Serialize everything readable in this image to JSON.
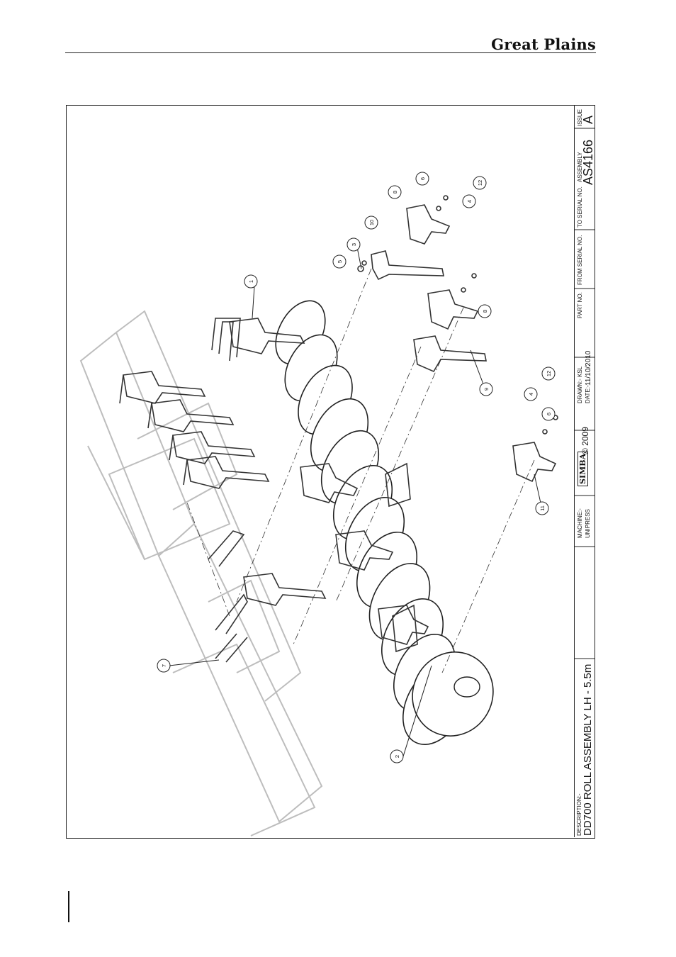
{
  "header": {
    "brand": "Great Plains"
  },
  "drawing": {
    "callouts": [
      "1",
      "2",
      "3",
      "4",
      "4",
      "5",
      "6",
      "6",
      "7",
      "8",
      "8",
      "9",
      "10",
      "11",
      "12",
      "12"
    ]
  },
  "title_block": {
    "description_label": "DESCRIPTION:-",
    "description": "DD700 ROLL ASSEMBLY LH - 5.5m",
    "machine_label": "MACHINE:-",
    "machine": "UNIPRESS",
    "logo_text": "SIMBA",
    "copyright": "© 2009",
    "drawn_label": "DRAWN:-",
    "drawn": "KSL",
    "date_label": "DATE:-",
    "date": "11/10/2010",
    "part_no_label": "PART NO.",
    "from_serial_label": "FROM SERIAL NO.",
    "to_serial_label": "TO SERIAL NO.",
    "assembly_label": "ASSEMBLY",
    "assembly": "AS4166",
    "issue_label": "ISSUE",
    "issue": "A"
  }
}
